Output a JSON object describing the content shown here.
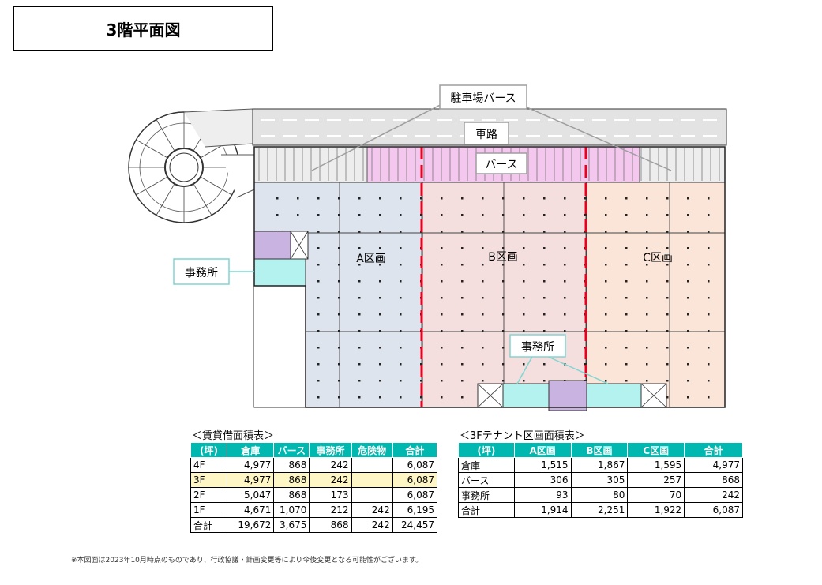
{
  "title": "3階平面図",
  "plan": {
    "label_parking_berth": "駐車場バース",
    "label_road": "車路",
    "label_berth": "バース",
    "label_office_left": "事務所",
    "label_office_bottom": "事務所",
    "zone_a": "A区画",
    "zone_b": "B区画",
    "zone_c": "C区画",
    "colors": {
      "zone_a": "#dde4ee",
      "zone_b": "#f4dede",
      "zone_c": "#fbe5d8",
      "berth_pink": "#f4c8ee",
      "office": "#b3f2ee",
      "divider": "#e8001e"
    }
  },
  "rent_table": {
    "caption": "＜賃貸借面積表＞",
    "headers": [
      "(坪)",
      "倉庫",
      "バース",
      "事務所",
      "危険物",
      "合計"
    ],
    "rows": [
      [
        "4F",
        "4,977",
        "868",
        "242",
        "",
        "6,087"
      ],
      [
        "3F",
        "4,977",
        "868",
        "242",
        "",
        "6,087"
      ],
      [
        "2F",
        "5,047",
        "868",
        "173",
        "",
        "6,087"
      ],
      [
        "1F",
        "4,671",
        "1,070",
        "212",
        "242",
        "6,195"
      ],
      [
        "合計",
        "19,672",
        "3,675",
        "868",
        "242",
        "24,457"
      ]
    ]
  },
  "tenant_table": {
    "caption": "＜3Fテナント区画面積表＞",
    "headers": [
      "(坪)",
      "A区画",
      "B区画",
      "C区画",
      "合計"
    ],
    "rows": [
      [
        "倉庫",
        "1,515",
        "1,867",
        "1,595",
        "4,977"
      ],
      [
        "バース",
        "306",
        "305",
        "257",
        "868"
      ],
      [
        "事務所",
        "93",
        "80",
        "70",
        "242"
      ],
      [
        "合計",
        "1,914",
        "2,251",
        "1,922",
        "6,087"
      ]
    ]
  },
  "footnote": "※本図面は2023年10月時点のものであり、行政協議・計画変更等により今後変更となる可能性がございます。"
}
